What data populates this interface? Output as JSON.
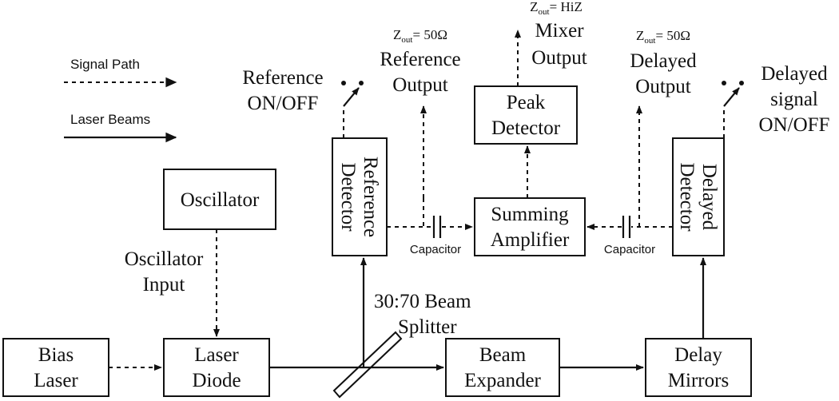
{
  "legend": {
    "signal_path": "Signal Path",
    "laser_beams": "Laser Beams"
  },
  "blocks": {
    "oscillator": "Oscillator",
    "bias_laser": [
      "Bias",
      "Laser"
    ],
    "laser_diode": [
      "Laser",
      "Diode"
    ],
    "beam_expander": [
      "Beam",
      "Expander"
    ],
    "delay_mirrors": [
      "Delay",
      "Mirrors"
    ],
    "reference_detector": [
      "Reference",
      "Detector"
    ],
    "delayed_detector": [
      "Delayed",
      "Detector"
    ],
    "summing_amplifier": [
      "Summing",
      "Amplifier"
    ],
    "peak_detector": [
      "Peak",
      "Detector"
    ]
  },
  "labels": {
    "oscillator_input": [
      "Oscillator",
      "Input"
    ],
    "beam_splitter": [
      "30:70 Beam",
      "Splitter"
    ],
    "capacitor_left": "Capacitor",
    "capacitor_right": "Capacitor",
    "reference_switch": [
      "Reference",
      "ON/OFF"
    ],
    "delayed_switch": [
      "Delayed",
      "signal",
      "ON/OFF"
    ],
    "reference_output": [
      "Reference",
      "Output"
    ],
    "delayed_output": [
      "Delayed",
      "Output"
    ],
    "mixer_output": [
      "Mixer",
      "Output"
    ],
    "zout_ref": {
      "z": "Z",
      "sub": "out",
      "rest": "= 50Ω"
    },
    "zout_delayed": {
      "z": "Z",
      "sub": "out",
      "rest": "= 50Ω"
    },
    "zout_mixer": {
      "z": "Z",
      "sub": "out",
      "rest": "= HiZ"
    }
  }
}
